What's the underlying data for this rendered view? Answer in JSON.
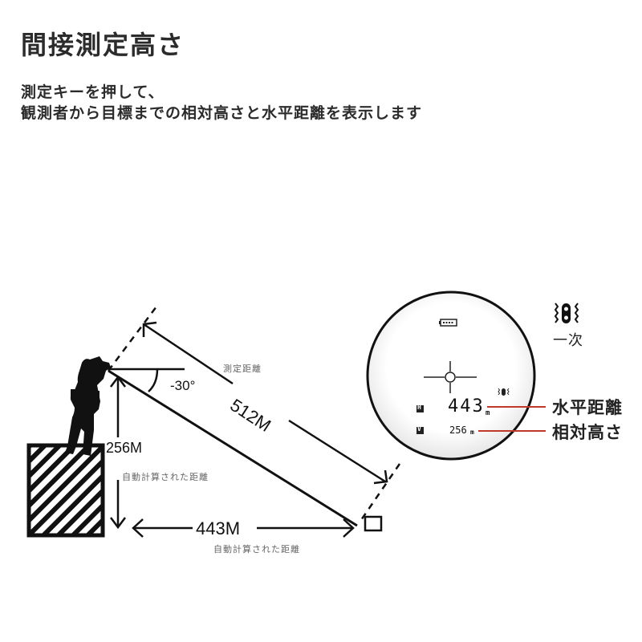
{
  "header": {
    "title": "間接測定高さ",
    "description_lines": [
      "測定キーを押して、",
      "観測者から目標までの相対高さと水平距離を表示します"
    ]
  },
  "diagram": {
    "angle_label": "-30°",
    "measured_distance": {
      "value": "512M",
      "caption": "測定距離"
    },
    "height": {
      "value": "256M",
      "caption": "自動計算された距離"
    },
    "horizontal": {
      "value": "443M",
      "caption": "自動計算された距離"
    }
  },
  "rangefinder": {
    "battery_icon": "battery-icon",
    "crosshair_icon": "crosshair-icon",
    "mode_icon": "vibration-single-mode-icon",
    "h_indicator": "H",
    "h_value": "443",
    "h_unit": "m",
    "v_indicator": "V",
    "v_value": "256",
    "v_unit": "m",
    "label_horizontal": "水平距離",
    "label_height": "相対高さ",
    "label_color": "#c0392b"
  },
  "mode_legend": {
    "icon": "vibration-single-mode-icon",
    "label": "一次"
  }
}
